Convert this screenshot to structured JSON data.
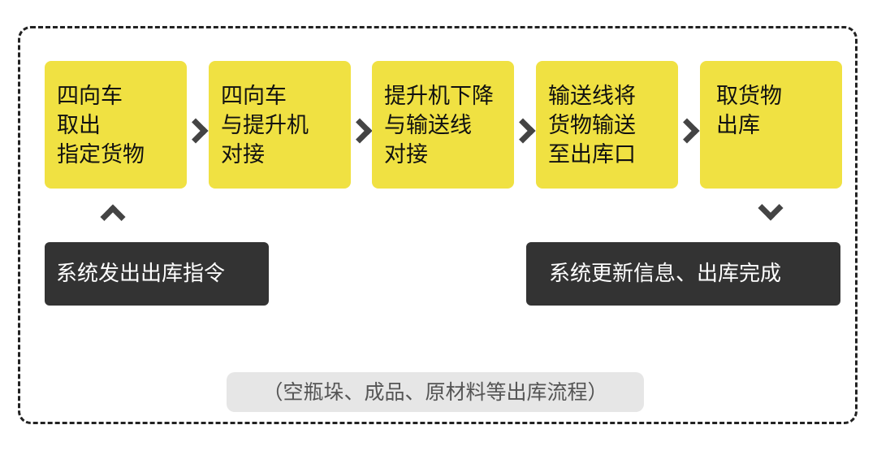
{
  "steps": [
    {
      "lines": [
        "四向车",
        "取出",
        "指定货物"
      ]
    },
    {
      "lines": [
        "四向车",
        "与提升机",
        "对接"
      ]
    },
    {
      "lines": [
        "提升机下降",
        "与输送线",
        "对接"
      ]
    },
    {
      "lines": [
        "输送线将",
        "货物输送",
        "至出库口"
      ]
    },
    {
      "lines": [
        "取货物",
        "出库"
      ]
    }
  ],
  "start_label": "系统发出出库指令",
  "end_label": "系统更新信息、出库完成",
  "note": "（空瓶垛、成品、原材料等出库流程）",
  "colors": {
    "step": "#f0e142",
    "dark": "#333333",
    "chevron": "#444444",
    "note_bg": "#e6e6e6"
  }
}
